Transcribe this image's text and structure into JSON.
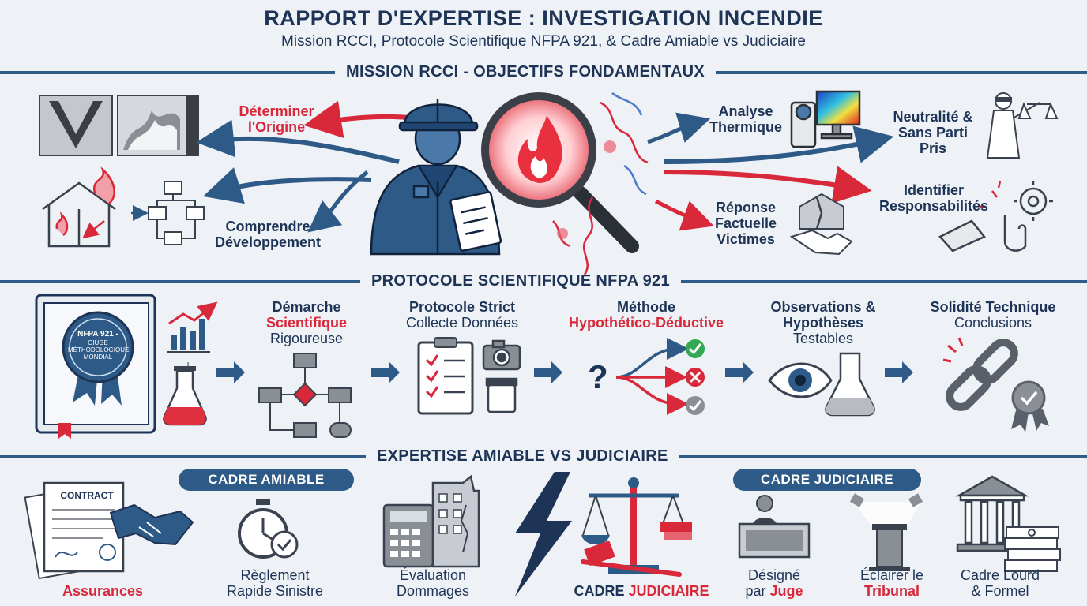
{
  "header": {
    "title": "RAPPORT D'EXPERTISE : INVESTIGATION INCENDIE",
    "subtitle": "Mission RCCI, Protocole Scientifique NFPA 921, & Cadre Amiable vs Judiciaire"
  },
  "section1": {
    "heading": "MISSION RCCI - OBJECTIFS FONDAMENTAUX",
    "origin_line1": "Déterminer",
    "origin_line2": "l'Origine",
    "develop_line1": "Comprendre",
    "develop_line2": "Développement",
    "thermal_line1": "Analyse",
    "thermal_line2": "Thermique",
    "neutral_line1": "Neutralité &",
    "neutral_line2": "Sans Parti",
    "neutral_line3": "Pris",
    "resp_line1": "Identifier",
    "resp_line2": "Responsabilités",
    "victim_line1": "Réponse",
    "victim_line2": "Factuelle",
    "victim_line3": "Victimes"
  },
  "section2": {
    "heading": "PROTOCOLE SCIENTIFIQUE NFPA 921",
    "book_seal_line1": "NFPA 921 -",
    "book_seal_line2": "OIUGE",
    "book_seal_line3": "MÉTHODOLOGIQUE",
    "book_seal_line4": "MONDIAL",
    "step1_line1": "Démarche",
    "step1_line2": "Scientifique",
    "step1_line3": "Rigoureuse",
    "step2_line1": "Protocole Strict",
    "step2_line2": "Collecte Données",
    "step3_line1": "Méthode",
    "step3_line2": "Hypothético-Déductive",
    "step4_line1": "Observations &",
    "step4_line2": "Hypothèses",
    "step4_line3": "Testables",
    "step5_line1": "Solidité Technique",
    "step5_line2": "Conclusions"
  },
  "section3": {
    "heading": "EXPERTISE AMIABLE VS JUDICIAIRE",
    "pill_amiable": "CADRE AMIABLE",
    "pill_judiciaire": "CADRE JUDICIAIRE",
    "contract_label": "CONTRACT",
    "assurances": "Assurances",
    "reglement_line1": "Règlement",
    "reglement_line2": "Rapide Sinistre",
    "evaluation_line1": "Évaluation",
    "evaluation_line2": "Dommages",
    "cadre_word": "CADRE",
    "judiciaire_word": "JUDICIAIRE",
    "designe_line1": "Désigné",
    "designe_line2_a": "par",
    "designe_line2_b": "Juge",
    "eclairer_line1": "Éclairer le",
    "eclairer_line2": "Tribunal",
    "lourd_line1": "Cadre Lourd",
    "lourd_line2": "& Formel"
  },
  "colors": {
    "navy": "#1d3456",
    "accent_blue": "#2e5a87",
    "accent_red": "#d8283a",
    "background": "#eef1f5"
  },
  "icons": [
    "v-pattern-icon",
    "burn-pattern-icon",
    "house-fire-icon",
    "flowchart-icon",
    "investigator-icon",
    "magnifier-flame-icon",
    "thermal-camera-icon",
    "justice-statue-icon",
    "handshake-icon",
    "fingerprint-hand-icon",
    "book-seal-icon",
    "chart-icon",
    "flask-icon",
    "clipboard-icon",
    "camera-icon",
    "question-icon",
    "check-icon",
    "cross-icon",
    "eye-icon",
    "chain-icon",
    "medal-icon",
    "contract-icon",
    "stopwatch-icon",
    "calculator-icon",
    "building-icon",
    "lightning-icon",
    "scales-icon",
    "judge-icon",
    "podium-icon",
    "courthouse-icon",
    "money-stack-icon"
  ]
}
